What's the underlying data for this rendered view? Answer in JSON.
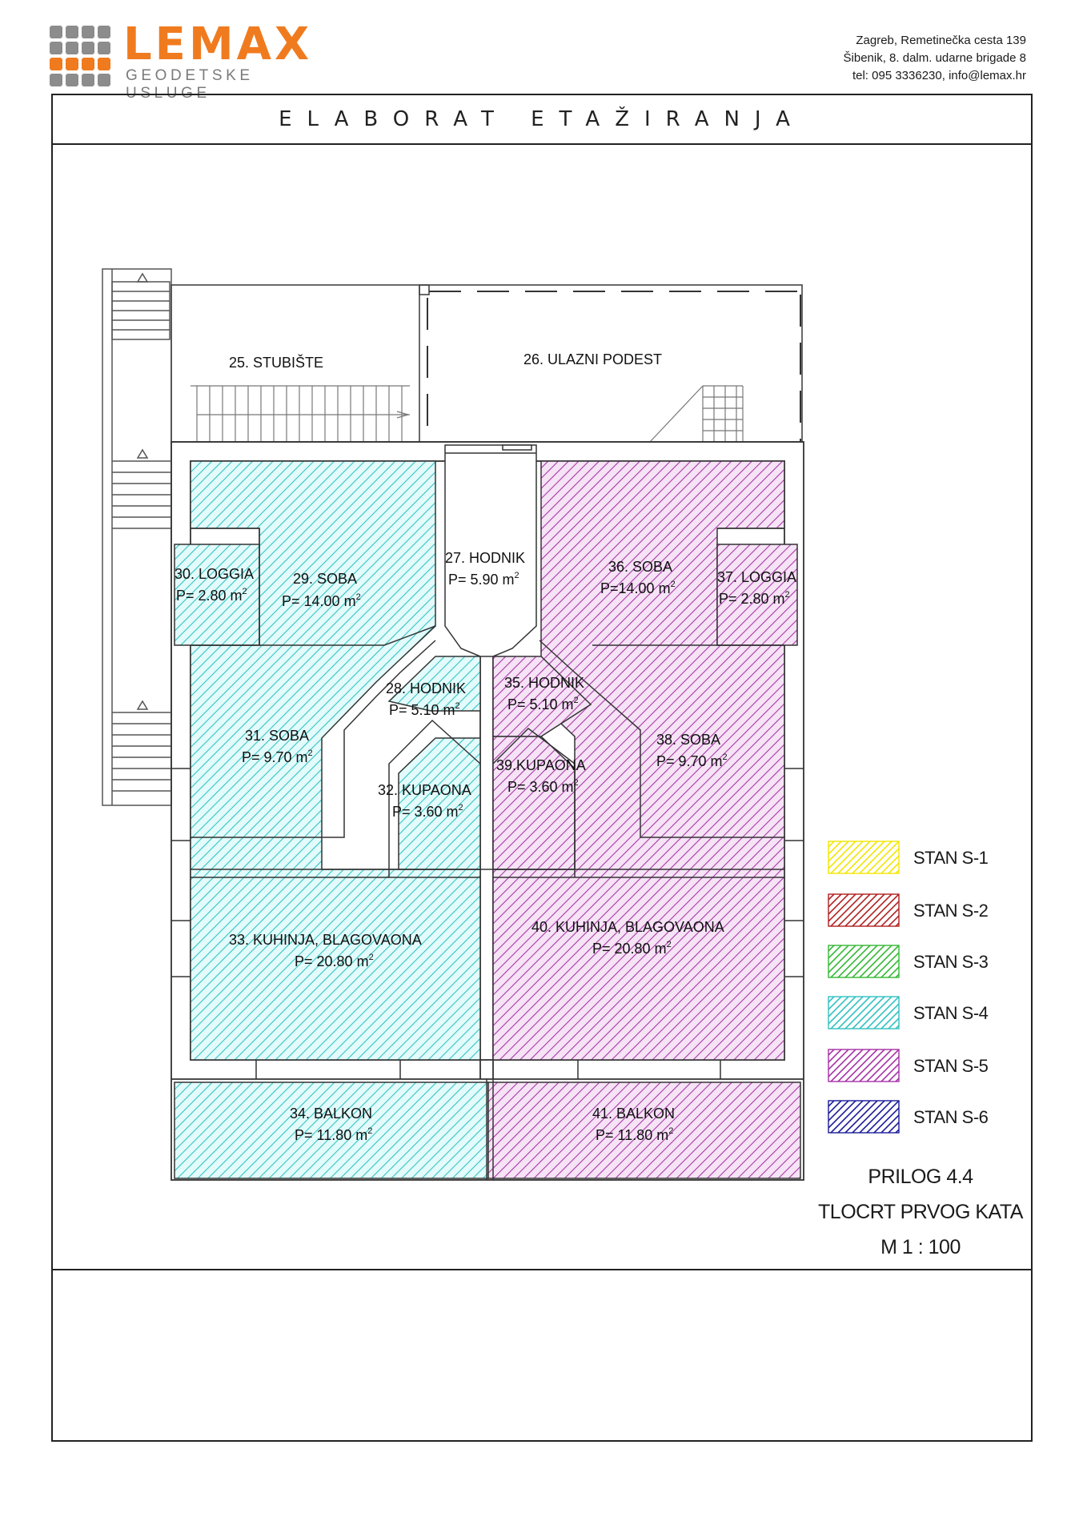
{
  "header": {
    "brand": "LEMAX",
    "brand_sub": "GEODETSKE USLUGE",
    "address_lines": [
      "Zagreb, Remetinečka cesta 139",
      "Šibenik, 8. dalm. udarne brigade 8",
      "tel: 095 3336230, info@lemax.hr"
    ]
  },
  "document": {
    "title": "ELABORAT ETAŽIRANJA"
  },
  "rooms": [
    {
      "name": "25. STUBIŠTE",
      "area": ""
    },
    {
      "name": "26. ULAZNI PODEST",
      "area": ""
    },
    {
      "name": "27. HODNIK",
      "area": "P= 5.90 m"
    },
    {
      "name": "29. SOBA",
      "area": "P= 14.00 m"
    },
    {
      "name": "30. LOGGIA",
      "area": "P= 2.80 m"
    },
    {
      "name": "36. SOBA",
      "area": "P=14.00 m"
    },
    {
      "name": "37. LOGGIA",
      "area": "P= 2.80 m"
    },
    {
      "name": "28. HODNIK",
      "area": "P= 5.10 m"
    },
    {
      "name": "35. HODNIK",
      "area": "P= 5.10 m"
    },
    {
      "name": "31. SOBA",
      "area": "P= 9.70 m"
    },
    {
      "name": "38.  SOBA",
      "area": "P= 9.70 m"
    },
    {
      "name": "32. KUPAONA",
      "area": "P= 3.60 m"
    },
    {
      "name": "39.KUPAONA",
      "area": "P= 3.60 m"
    },
    {
      "name": "33.  KUHINJA, BLAGOVAONA",
      "area": "P= 20.80 m"
    },
    {
      "name": "40. KUHINJA, BLAGOVAONA",
      "area": "P= 20.80 m"
    },
    {
      "name": "34.  BALKON",
      "area": "P= 11.80 m"
    },
    {
      "name": "41.  BALKON",
      "area": "P= 11.80 m"
    }
  ],
  "area_unit_sup": "2",
  "legend": [
    {
      "label": "STAN S-1",
      "color": "#f2e600"
    },
    {
      "label": "STAN S-2",
      "color": "#b02020"
    },
    {
      "label": "STAN S-3",
      "color": "#33b833"
    },
    {
      "label": "STAN S-4",
      "color": "#30c0c0"
    },
    {
      "label": "STAN S-5",
      "color": "#a630a6"
    },
    {
      "label": "STAN S-6",
      "color": "#1a1a99"
    }
  ],
  "annex": {
    "line1": "PRILOG 4.4",
    "line2": "TLOCRT PRVOG KATA",
    "line3": "M 1 : 100"
  }
}
